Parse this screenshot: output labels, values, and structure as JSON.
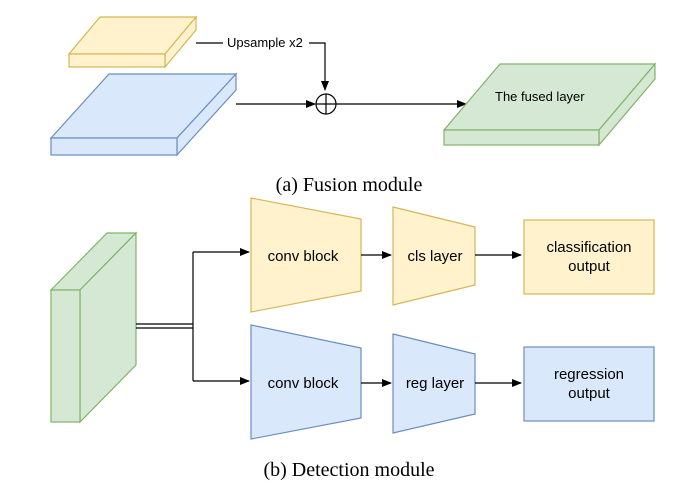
{
  "fusion": {
    "upsample_label": "Upsample x2",
    "fused_label": "The fused layer",
    "caption": "(a) Fusion module"
  },
  "detection": {
    "cls_branch": {
      "block_label": "conv block",
      "layer_label": "cls layer",
      "output_line1": "classification",
      "output_line2": "output"
    },
    "reg_branch": {
      "block_label": "conv block",
      "layer_label": "reg layer",
      "output_line1": "regression",
      "output_line2": "output"
    },
    "caption": "(b) Detection module"
  },
  "colors": {
    "orange_fill": "#fff2cc",
    "orange_stroke": "#d6b656",
    "blue_fill": "#dae8fc",
    "blue_stroke": "#6c8ebf",
    "green_fill": "#d5e8d4",
    "green_stroke": "#82b366"
  }
}
